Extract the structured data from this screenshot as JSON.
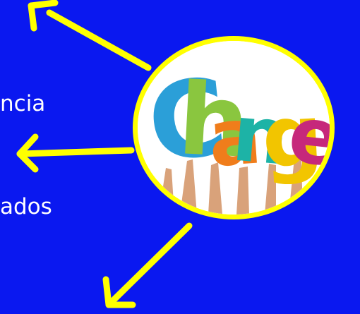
{
  "slide": {
    "text_lines": [
      "ncia",
      "ados"
    ],
    "image": {
      "word": "Change",
      "letters": [
        {
          "char": "C",
          "color": "#2b9fd8"
        },
        {
          "char": "h",
          "color": "#8ac63f"
        },
        {
          "char": "a",
          "color": "#f07d1b"
        },
        {
          "char": "n",
          "color": "#1db3a6"
        },
        {
          "char": "g",
          "color": "#f2c500"
        },
        {
          "char": "e",
          "color": "#c6287b"
        }
      ]
    },
    "colors": {
      "background": "#0a18f0",
      "accent": "#ffff00",
      "text": "#ffffff"
    },
    "icons": [
      "arrow-up-left-icon",
      "arrow-left-icon",
      "arrow-down-left-icon"
    ]
  }
}
